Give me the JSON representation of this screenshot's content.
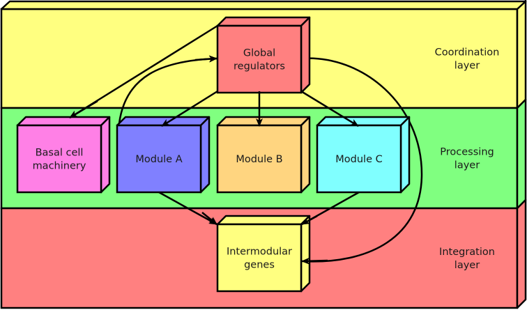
{
  "diagram": {
    "type": "layered-block-diagram",
    "layers": [
      {
        "id": "coordination",
        "label_lines": [
          "Coordination",
          "layer"
        ],
        "color": "#ffff80"
      },
      {
        "id": "processing",
        "label_lines": [
          "Processing",
          "layer"
        ],
        "color": "#80ff80"
      },
      {
        "id": "integration",
        "label_lines": [
          "Integration",
          "layer"
        ],
        "color": "#ff8080"
      }
    ],
    "nodes": [
      {
        "id": "global",
        "layer": "coordination",
        "label_lines": [
          "Global",
          "regulators"
        ],
        "color": "#ff8080"
      },
      {
        "id": "basal",
        "layer": "processing",
        "label_lines": [
          "Basal cell",
          "machinery"
        ],
        "color": "#ff80e6"
      },
      {
        "id": "modA",
        "layer": "processing",
        "label_lines": [
          "Module A"
        ],
        "color": "#8080ff"
      },
      {
        "id": "modB",
        "layer": "processing",
        "label_lines": [
          "Module B"
        ],
        "color": "#ffd580"
      },
      {
        "id": "modC",
        "layer": "processing",
        "label_lines": [
          "Module C"
        ],
        "color": "#80ffff"
      },
      {
        "id": "inter",
        "layer": "integration",
        "label_lines": [
          "Intermodular",
          "genes"
        ],
        "color": "#ffff80"
      }
    ],
    "edges": [
      {
        "from": "global",
        "to": "basal",
        "style": "straight"
      },
      {
        "from": "global",
        "to": "modA",
        "style": "straight"
      },
      {
        "from": "global",
        "to": "modB",
        "style": "straight"
      },
      {
        "from": "global",
        "to": "modC",
        "style": "straight"
      },
      {
        "from": "modA",
        "to": "global",
        "style": "curved"
      },
      {
        "from": "global",
        "to": "inter",
        "style": "curved"
      },
      {
        "from": "modA",
        "to": "inter",
        "style": "straight"
      },
      {
        "from": "modC",
        "to": "inter",
        "style": "straight"
      }
    ],
    "stroke_color": "#000000"
  }
}
